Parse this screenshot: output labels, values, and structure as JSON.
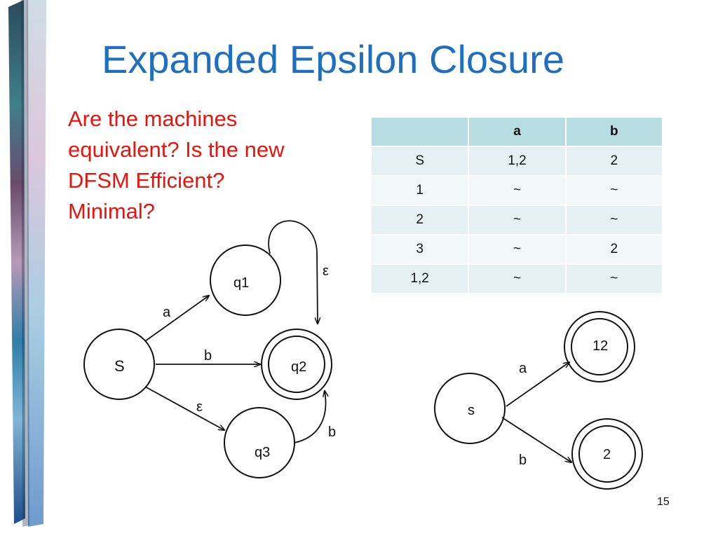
{
  "slide": {
    "title": "Expanded Epsilon Closure",
    "question_lines": [
      "Are the machines",
      "equivalent? Is the new",
      "DFSM Efficient?",
      "Minimal?"
    ],
    "page_number": "15"
  },
  "table": {
    "headers": [
      "",
      "a",
      "b"
    ],
    "rows": [
      [
        "S",
        "1,2",
        "2"
      ],
      [
        "1",
        "~",
        "~"
      ],
      [
        "2",
        "~",
        "~"
      ],
      [
        "3",
        "~",
        "2"
      ],
      [
        "1,2",
        "~",
        "~"
      ]
    ]
  },
  "nfa": {
    "states": {
      "S": "S",
      "q1": "q1",
      "q2": "q2",
      "q3": "q3"
    },
    "edges": {
      "s_q1": "a",
      "s_q2": "b",
      "s_q3": "ε",
      "q1_q2": "ε",
      "q3_q2": "b"
    }
  },
  "dfa": {
    "states": {
      "s": "s",
      "s12": "12",
      "s2": "2"
    },
    "edges": {
      "s_12": "a",
      "s_2": "b"
    }
  },
  "colors": {
    "title": "#1f6fc0",
    "question": "#e8140c",
    "table_header": "#b7dde2"
  }
}
